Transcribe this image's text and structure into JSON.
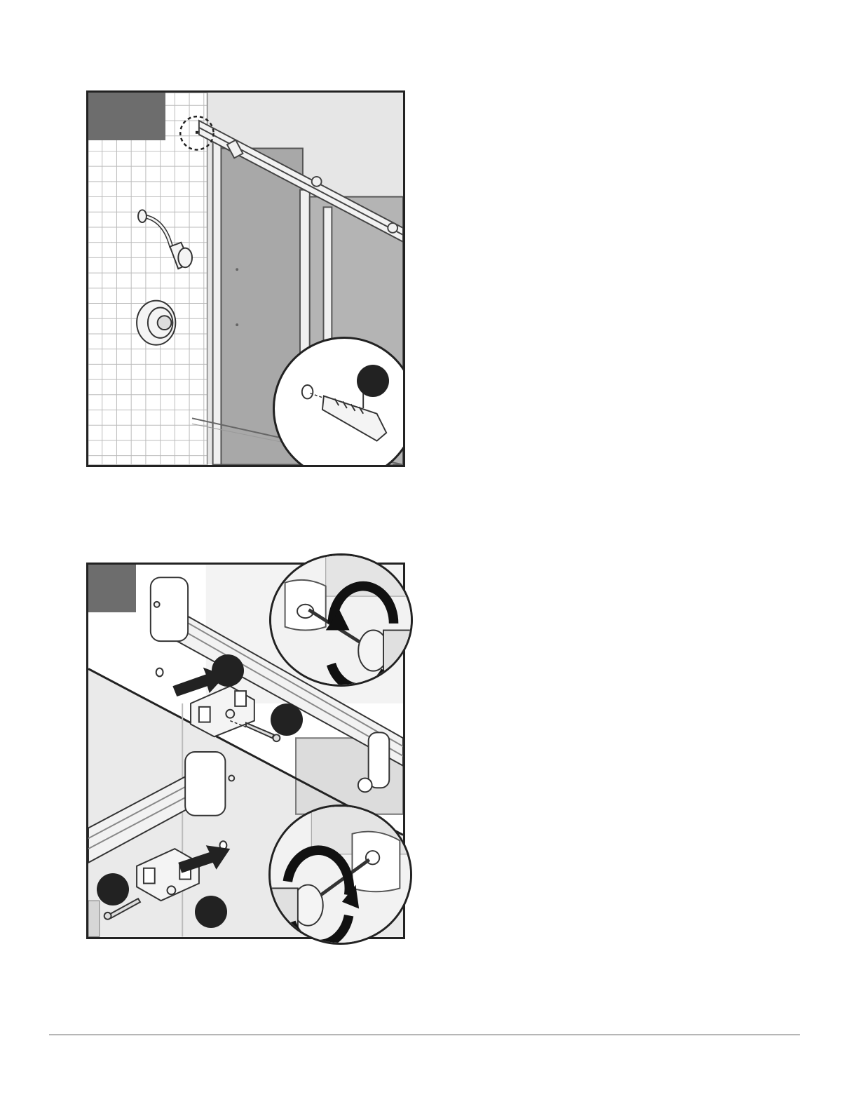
{
  "page": {
    "background": "#ffffff",
    "panel_border_color": "#222222",
    "step_tab_color": "#6d6d6d"
  },
  "panels": [
    {
      "scene": "shower-enclosure-wall-anchor",
      "icons": [
        "tile-wall",
        "shower-head",
        "valve-handle",
        "sliding-glass-doors",
        "top-rail",
        "wall-anchor"
      ],
      "callouts": 1,
      "part_markers": 1
    },
    {
      "scene": "rail-bracket-mounting",
      "icons": [
        "rail-end-cap",
        "wall-bracket",
        "screw",
        "washer",
        "screwdriver",
        "rotate-arrow"
      ],
      "callouts": 2,
      "part_markers": 4
    }
  ]
}
